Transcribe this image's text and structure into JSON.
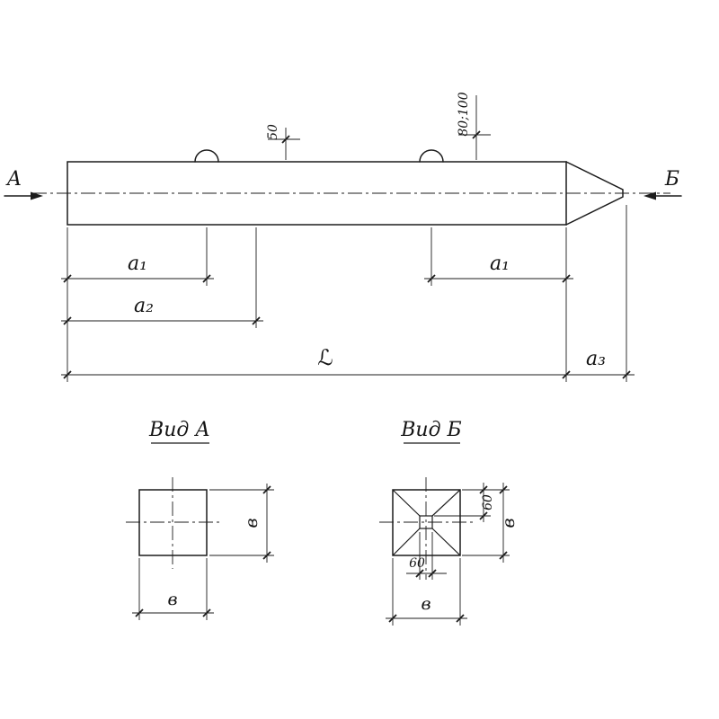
{
  "main_view": {
    "arrow_left_label": "А",
    "arrow_right_label": "Б",
    "dims": {
      "loop_offset": "50",
      "loop_height": "80;100",
      "a1_left": "а₁",
      "a1_right": "а₁",
      "a2": "а₂",
      "length": "ℒ",
      "a3": "а₃"
    }
  },
  "view_a": {
    "title": "Вид А",
    "dims": {
      "width_right": "в",
      "width_bottom": "в"
    }
  },
  "view_b": {
    "title": "Вид Б",
    "dims": {
      "tip_right": "60",
      "tip_bottom": "60",
      "width_right": "в",
      "width_bottom": "в"
    }
  },
  "colors": {
    "line": "#1c1c1c",
    "background": "#ffffff"
  }
}
